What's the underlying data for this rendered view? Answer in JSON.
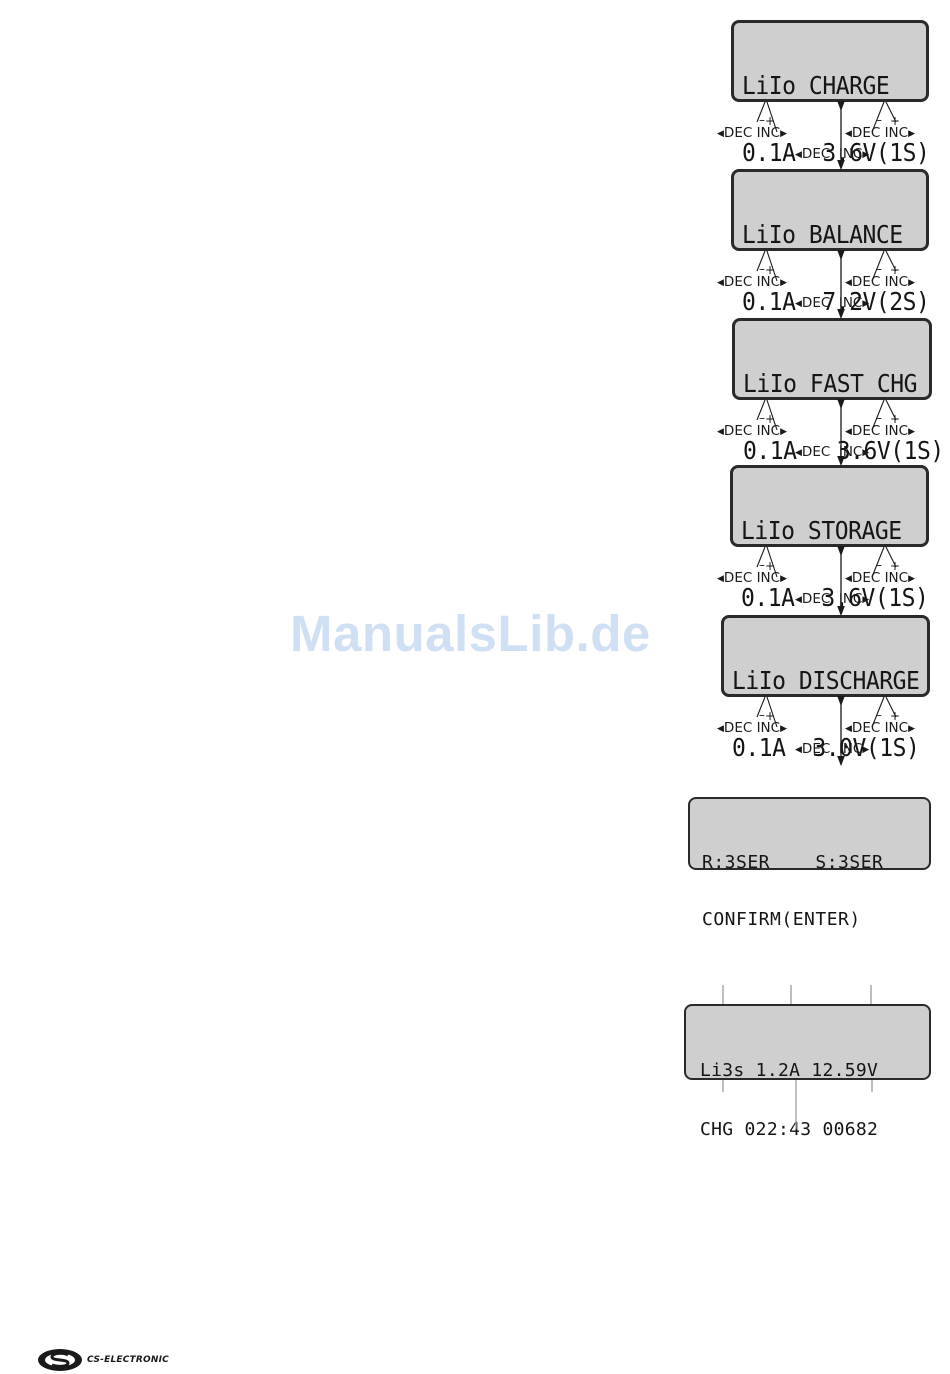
{
  "watermark": "ManualsLib.de",
  "screens": [
    {
      "line1": "LiIo CHARGE",
      "line2": "0.1A  3.6V(1S)"
    },
    {
      "line1": "LiIo BALANCE",
      "line2": "0.1A  7.2V(2S)"
    },
    {
      "line1": "LiIo FAST CHG",
      "line2": "0.1A   3.6V(1S)"
    },
    {
      "line1": "LiIo STORAGE",
      "line2": "0.1A  3.6V(1S)"
    },
    {
      "line1": "LiIo DISCHARGE",
      "line2": "0.1A  3.0V(1S)"
    }
  ],
  "controls": {
    "dec": "DEC",
    "inc": "INC",
    "minus": "–",
    "plus": "+"
  },
  "confirm_screen": {
    "line1": "R:3SER    S:3SER",
    "line2": "CONFIRM(ENTER)"
  },
  "status_screen": {
    "line1": "Li3s 1.2A 12.59V",
    "line2": "CHG 022:43 00682"
  },
  "logo": {
    "text": "CS-ELECTRONIC",
    "icon": "cs-electronic-logo-icon"
  }
}
